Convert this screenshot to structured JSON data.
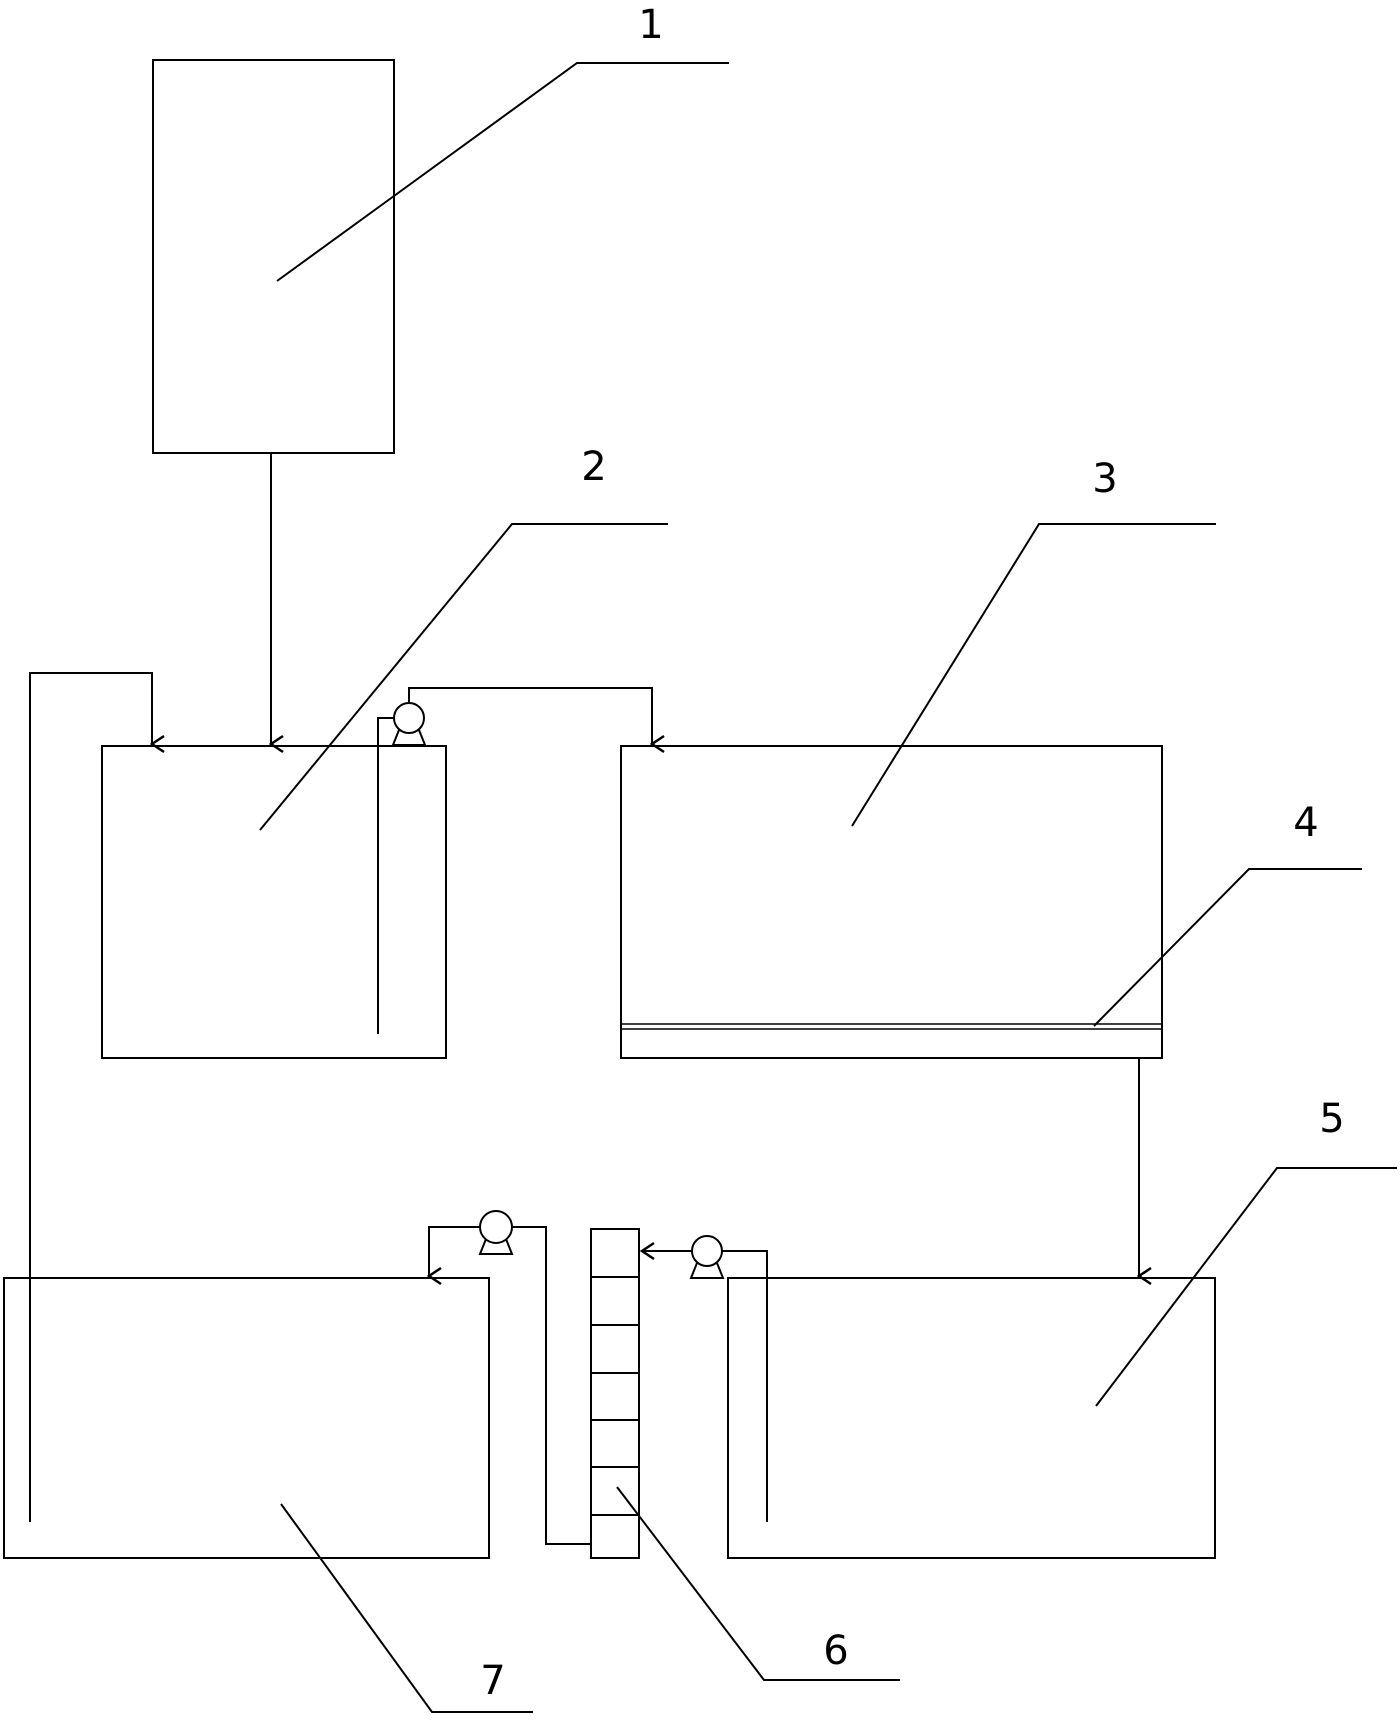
{
  "labels": {
    "n1": "1",
    "n2": "2",
    "n3": "3",
    "n4": "4",
    "n5": "5",
    "n6": "6",
    "n7": "7"
  },
  "colors": {
    "line": "#000000",
    "background": "#ffffff"
  }
}
